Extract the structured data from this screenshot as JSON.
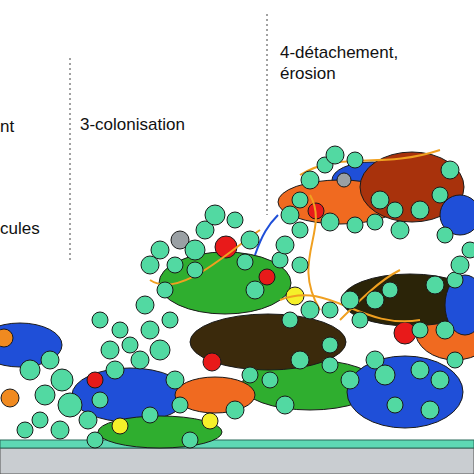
{
  "diagram": {
    "labels": [
      "nt",
      "cules",
      "3-colonisation",
      "4-détachement, érosion"
    ]
  }
}
